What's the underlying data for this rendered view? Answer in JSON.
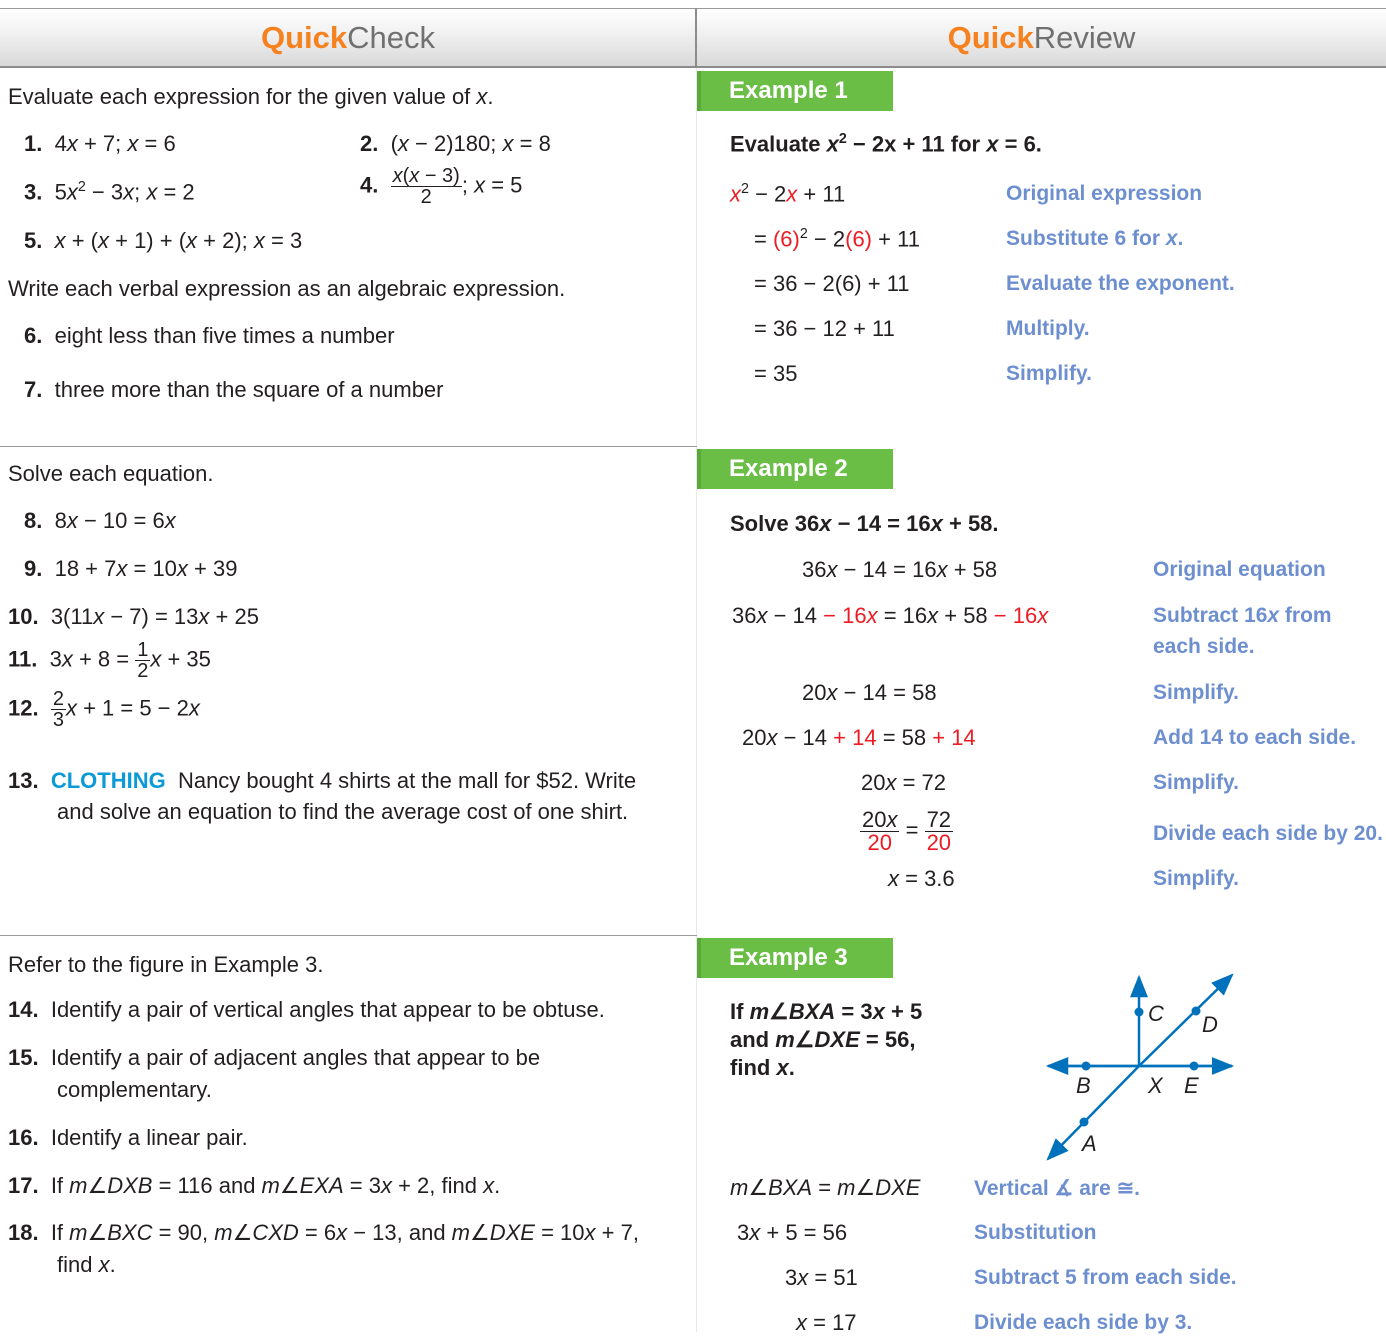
{
  "header": {
    "left_quick": "Quick",
    "left_rest": "Check",
    "right_quick": "Quick",
    "right_rest": "Review"
  },
  "check": {
    "sec1_intro": "Evaluate each expression for the given value of x.",
    "sec1_intro2": "Write each verbal expression as an algebraic expression.",
    "items": {
      "n1": "1.",
      "n2": "2.",
      "n3": "3.",
      "n4": "4.",
      "n5": "5.",
      "n6": "6.",
      "n7": "7.",
      "n8": "8.",
      "n9": "9.",
      "n10": "10.",
      "n11": "11.",
      "n12": "12.",
      "n13": "13.",
      "n14": "14.",
      "n15": "15.",
      "n16": "16.",
      "n17": "17.",
      "n18": "18.",
      "t6": "eight less than five times a number",
      "t7": "three more than the square of a number",
      "t13_tag": "CLOTHING",
      "t13a": "Nancy bought 4 shirts at the mall for $52. Write",
      "t13b": "and solve an equation to find the average cost of one shirt.",
      "t14": "Identify a pair of vertical angles that appear to be obtuse.",
      "t15a": "Identify a pair of adjacent angles that appear to be",
      "t15b": "complementary.",
      "t16": "Identify a linear pair."
    },
    "sec2_intro": "Solve each equation.",
    "sec3_intro": "Refer to the figure in Example 3."
  },
  "review": {
    "ex1_label": "Example 1",
    "ex2_label": "Example 2",
    "ex3_label": "Example 3",
    "ex1_steps": [
      "Original expression",
      "Substitute 6 for x.",
      "Evaluate the exponent.",
      "Multiply.",
      "Simplify."
    ],
    "ex2_intro": "Solve 36x − 14 = 16x + 58.",
    "ex2_steps": [
      "Original equation",
      "Subtract 16x from",
      "each side.",
      "Simplify.",
      "Add 14 to each side.",
      "Simplify.",
      "Divide each side by 20.",
      "Simplify."
    ],
    "ex3_steps": [
      "Vertical ∡ are ≅.",
      "Substitution",
      "Subtract 5 from each side.",
      "Divide each side by 3."
    ],
    "figure_labels": {
      "C": "C",
      "D": "D",
      "B": "B",
      "X": "X",
      "E": "E",
      "A": "A"
    },
    "colors": {
      "diagram": "#0072bc",
      "step": "#6d8fd0",
      "example_bg": "#6abd45",
      "accent": "#f5821f",
      "red": "#ed1c24"
    }
  }
}
